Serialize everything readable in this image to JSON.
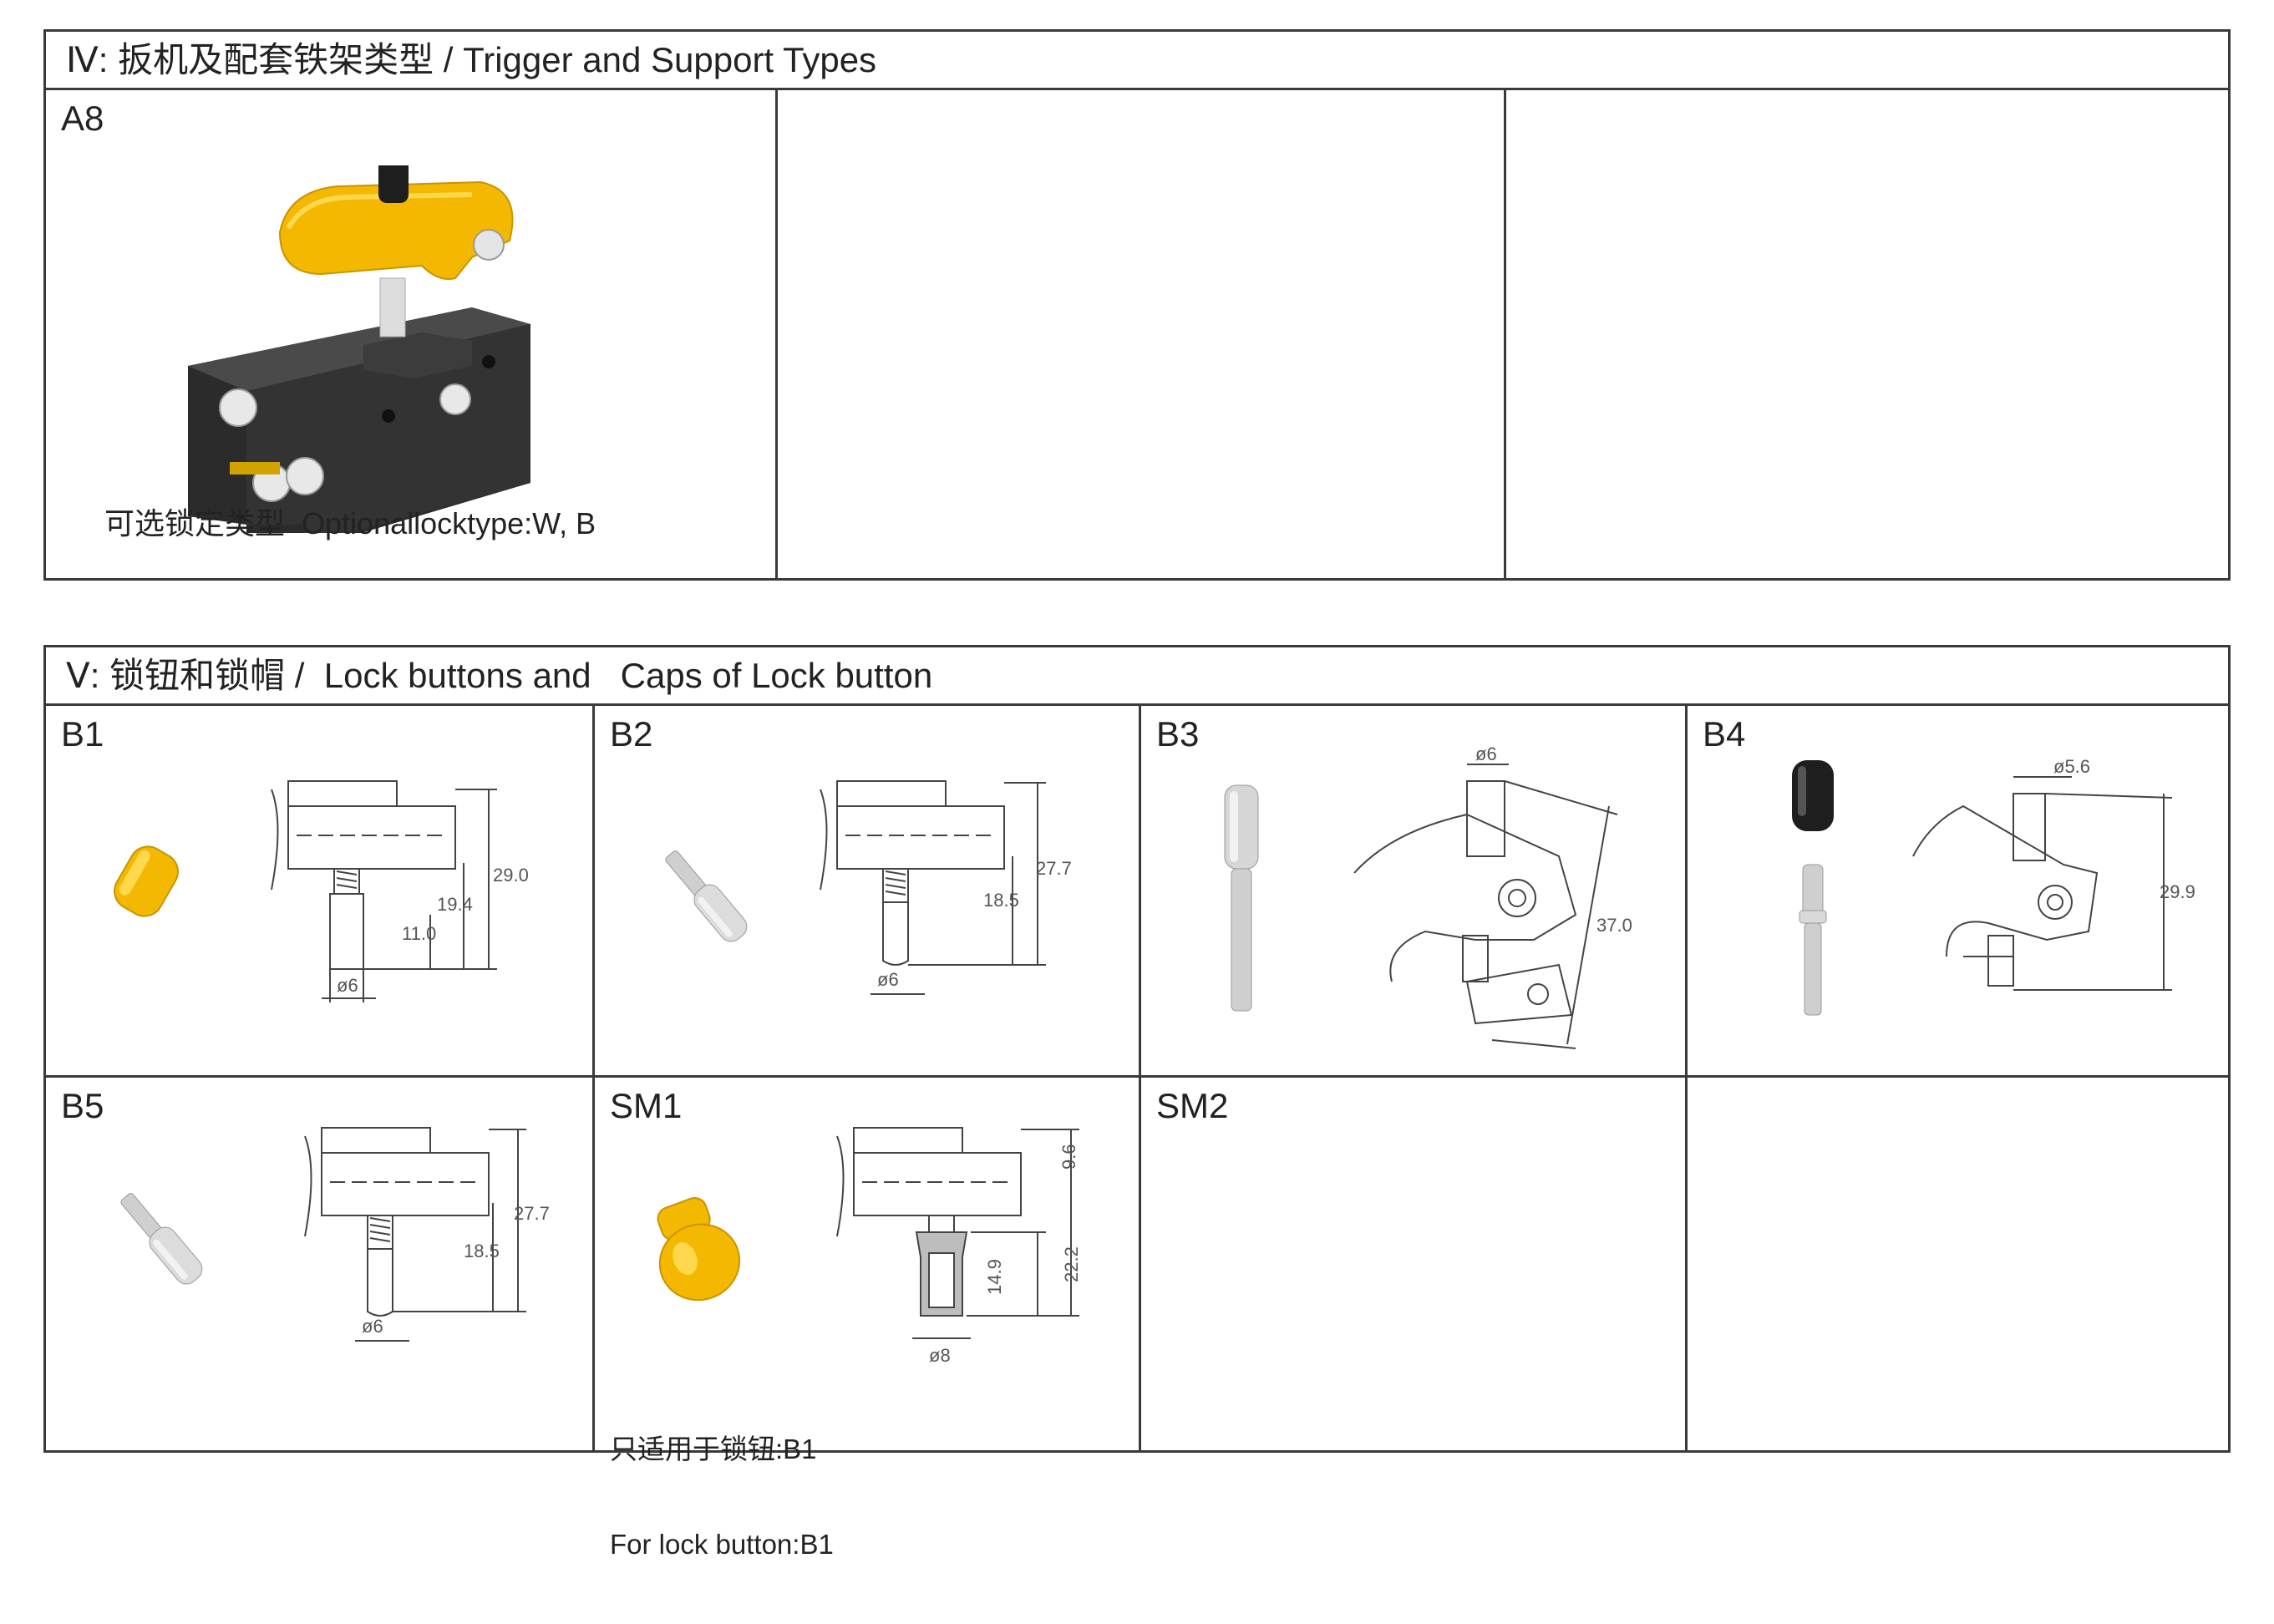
{
  "section4": {
    "header": "Ⅳ: 扳机及配套铁架类型 / Trigger and Support Types",
    "cells": [
      {
        "label": "A8",
        "note_cn": "可选锁定类型",
        "note_en": "Optionallocktype:W, B"
      },
      {
        "label": ""
      },
      {
        "label": ""
      }
    ]
  },
  "section5": {
    "header": "Ⅴ: 锁钮和锁帽 /  Lock buttons and   Caps of Lock button",
    "row1": [
      {
        "label": "B1",
        "dims": [
          "29.0",
          "19.4",
          "11.0",
          "ø6"
        ]
      },
      {
        "label": "B2",
        "dims": [
          "27.7",
          "18.5",
          "ø6"
        ]
      },
      {
        "label": "B3",
        "dims": [
          "ø6",
          "37.0"
        ]
      },
      {
        "label": "B4",
        "dims": [
          "ø5.6",
          "29.9"
        ]
      }
    ],
    "row2": [
      {
        "label": "B5",
        "dims": [
          "27.7",
          "18.5",
          "ø6"
        ]
      },
      {
        "label": "SM1",
        "dims": [
          "9.6",
          "22.2",
          "14.9",
          "ø8"
        ],
        "note_line1": "只适用于锁钮:B1",
        "note_line2": "For lock button:B1"
      },
      {
        "label": "SM2"
      },
      {
        "label": ""
      }
    ]
  },
  "colors": {
    "border": "#3a3a3a",
    "yellow": "#f5b800",
    "dark_body": "#2e2e2e",
    "metal": "#c9c9c9"
  }
}
